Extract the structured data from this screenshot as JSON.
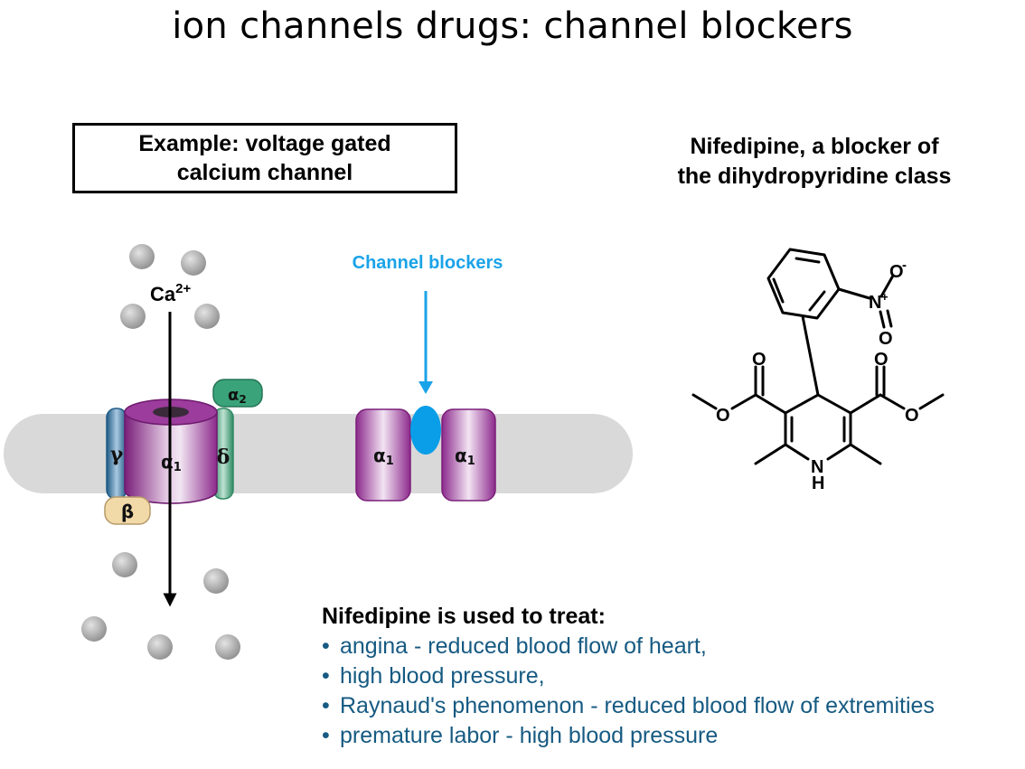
{
  "title": "ion channels drugs: channel blockers",
  "example_box": {
    "line1": "Example: voltage gated",
    "line2": "calcium channel"
  },
  "nifedipine_heading": {
    "line1": "Nifedipine, a blocker of",
    "line2": "the dihydropyridine class"
  },
  "channel_blockers_label": "Channel blockers",
  "ion_label": {
    "base": "Ca",
    "charge": "2+"
  },
  "subunits": {
    "alpha1": "α",
    "alpha1_sub": "1",
    "alpha2": "α",
    "alpha2_sub": "2",
    "beta": "β",
    "gamma": "γ",
    "delta": "δ"
  },
  "molecule_atoms": {
    "nitrogen_nitro": "N",
    "plus": "+",
    "oxygen_minus": "O",
    "minus": "-",
    "oxygen": "O",
    "ring_n": "N",
    "ring_h": "H"
  },
  "uses": {
    "heading": "Nifedipine is used to treat:",
    "bullet": "•",
    "items": [
      "angina - reduced blood flow of heart,",
      "high blood pressure,",
      "Raynaud's phenomenon - reduced blood flow of extremities",
      "premature labor - high blood pressure"
    ]
  },
  "colors": {
    "membrane": "#d9d9d9",
    "alpha1_purple": "#8c2a8c",
    "blocker_blue": "#0a9ee8",
    "label_blue": "#1aa3e8",
    "list_text": "#165a82",
    "alpha2_green": "#3aa37a",
    "beta_tan": "#f2d9a8",
    "gamma_blue": "#2f6d9a",
    "ion_gray": "#a6a6a6"
  }
}
